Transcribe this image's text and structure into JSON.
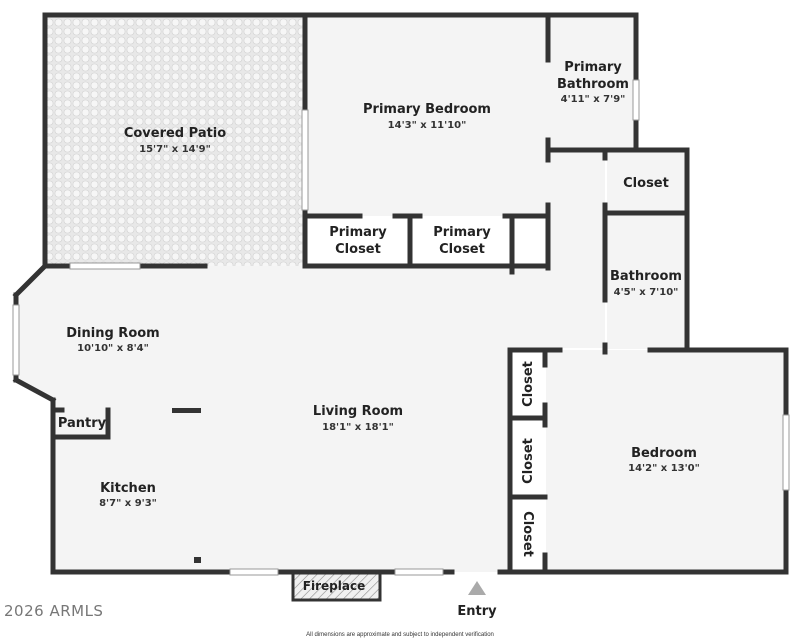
{
  "rooms": {
    "covered_patio": {
      "name": "Covered Patio",
      "dim": "15'7\" x 14'9\""
    },
    "primary_bedroom": {
      "name": "Primary Bedroom",
      "dim": "14'3\" x 11'10\""
    },
    "primary_bathroom": {
      "name_line1": "Primary",
      "name_line2": "Bathroom",
      "dim": "4'11\" x 7'9\""
    },
    "closet_top_right": {
      "name": "Closet"
    },
    "primary_closet_1": {
      "name_line1": "Primary",
      "name_line2": "Closet"
    },
    "primary_closet_2": {
      "name_line1": "Primary",
      "name_line2": "Closet"
    },
    "bathroom": {
      "name": "Bathroom",
      "dim": "4'5\" x 7'10\""
    },
    "dining_room": {
      "name": "Dining Room",
      "dim": "10'10\" x 8'4\""
    },
    "living_room": {
      "name": "Living Room",
      "dim": "18'1\" x 18'1\""
    },
    "kitchen": {
      "name": "Kitchen",
      "dim": "8'7\" x 9'3\""
    },
    "pantry": {
      "name": "Pantry"
    },
    "bedroom": {
      "name": "Bedroom",
      "dim": "14'2\" x 13'0\""
    },
    "closet_a": {
      "name": "Closet"
    },
    "closet_b": {
      "name": "Closet"
    },
    "closet_c": {
      "name": "Closet"
    },
    "fireplace": {
      "name": "Fireplace"
    }
  },
  "entry_label": "Entry",
  "copyright": "2026 ARMLS",
  "disclaimer": "All dimensions are approximate and subject to independent verification",
  "colors": {
    "wall": "#333333",
    "floor": "#f4f4f4",
    "patio": "#e6e6e6"
  }
}
